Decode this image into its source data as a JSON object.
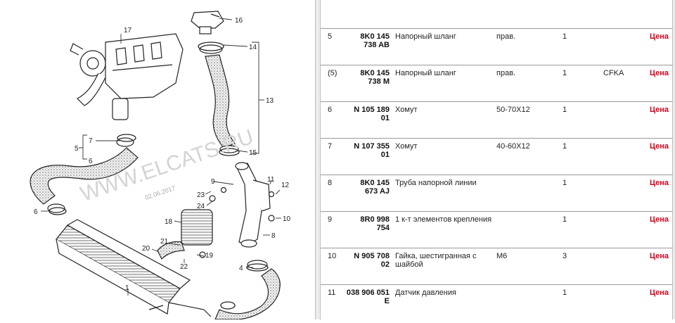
{
  "diagram": {
    "watermark": "WWW.ELCATS.RU",
    "date_stamp": "02.06.2017",
    "callouts": {
      "c1": "1",
      "c4": "4",
      "c5": "5",
      "c6a": "6",
      "c6b": "6",
      "c7": "7",
      "c8": "8",
      "c9": "9",
      "c10": "10",
      "c11": "11",
      "c12": "12",
      "c13": "13",
      "c14": "14",
      "c15": "15",
      "c16": "16",
      "c17": "17",
      "c18": "18",
      "c19": "19",
      "c20": "20",
      "c21": "21",
      "c22": "22",
      "c23": "23",
      "c24": "24"
    }
  },
  "parts": [
    {
      "pos": "5",
      "number": "8K0 145 738 AB",
      "name": "Напорный шланг",
      "note": "прав.",
      "qty": "1",
      "code": "",
      "price": "Цена"
    },
    {
      "pos": "(5)",
      "number": "8K0 145 738 M",
      "name": "Напорный шланг",
      "note": "прав.",
      "qty": "1",
      "code": "CFKA",
      "price": "Цена"
    },
    {
      "pos": "6",
      "number": "N 105 189 01",
      "name": "Хомут",
      "note": "50-70X12",
      "qty": "1",
      "code": "",
      "price": "Цена"
    },
    {
      "pos": "7",
      "number": "N 107 355 01",
      "name": "Хомут",
      "note": "40-60X12",
      "qty": "1",
      "code": "",
      "price": "Цена"
    },
    {
      "pos": "8",
      "number": "8K0 145 673 AJ",
      "name": "Труба напорной линии",
      "note": "",
      "qty": "1",
      "code": "",
      "price": "Цена"
    },
    {
      "pos": "9",
      "number": "8R0 998 754",
      "name": "1 к-т элементов крепления",
      "note": "",
      "qty": "1",
      "code": "",
      "price": "Цена"
    },
    {
      "pos": "10",
      "number": "N 905 708 02",
      "name": "Гайка, шестигранная с шайбой",
      "note": "M6",
      "qty": "3",
      "code": "",
      "price": "Цена"
    },
    {
      "pos": "11",
      "number": "038 906 051 E",
      "name": "Датчик давления",
      "note": "",
      "qty": "1",
      "code": "",
      "price": "Цена"
    }
  ]
}
